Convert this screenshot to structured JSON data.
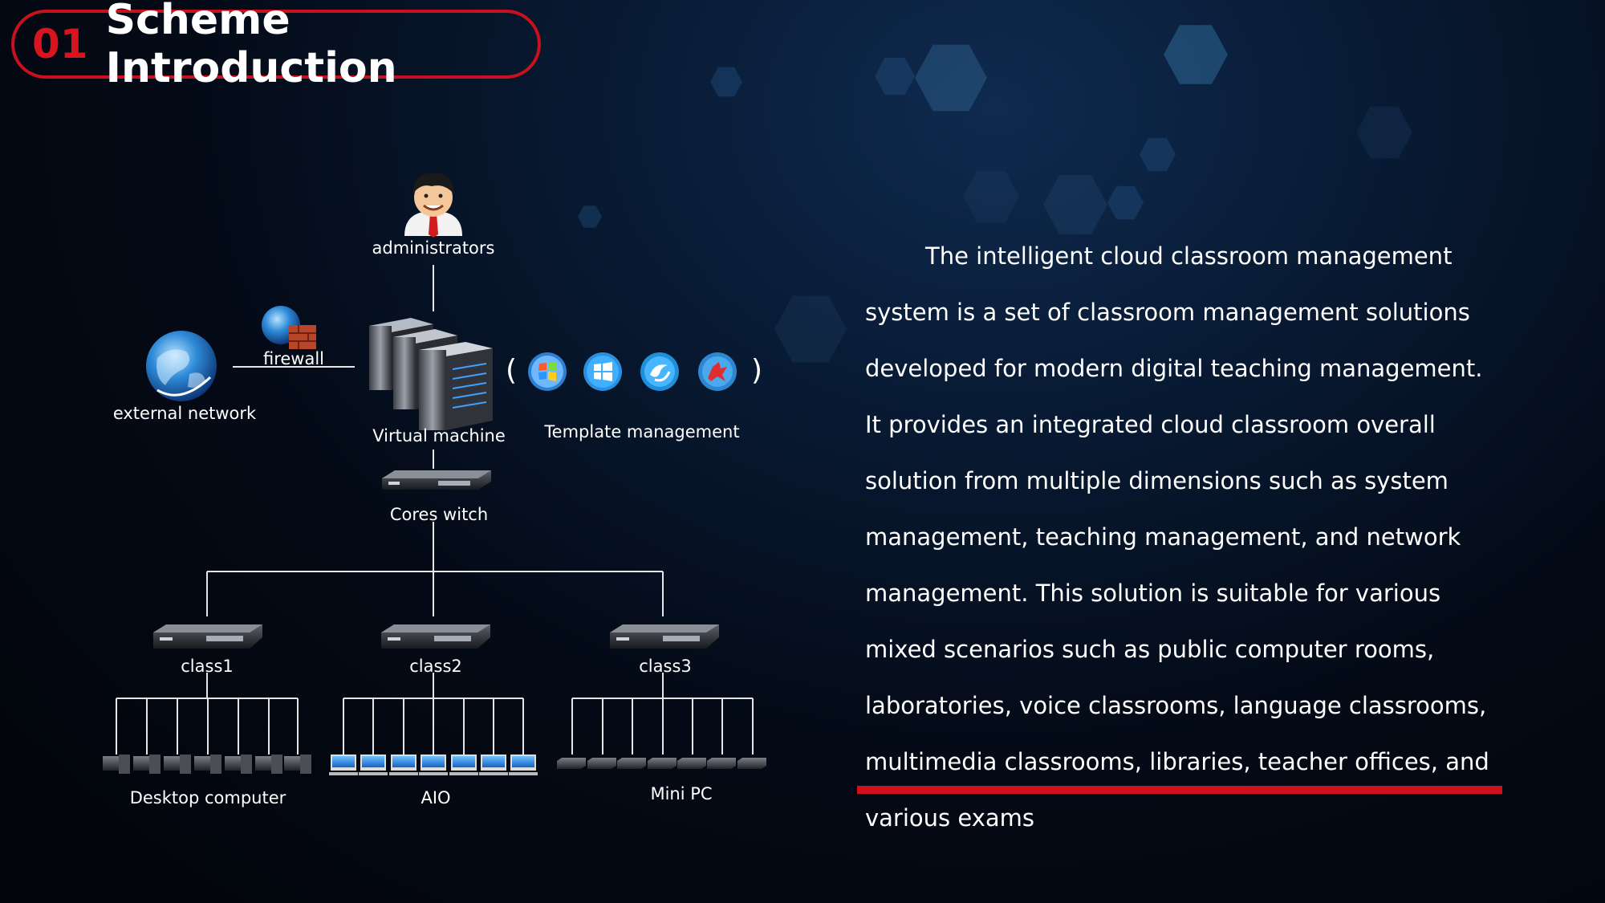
{
  "header": {
    "number": "01",
    "title": "Scheme Introduction"
  },
  "diagram": {
    "administrators": "administrators",
    "firewall": "firewall",
    "external_network": "external network",
    "virtual_machine": "Virtual machine",
    "template_management": "Template management",
    "core_switch": "Cores witch",
    "class1": "class1",
    "class2": "class2",
    "class3": "class3",
    "desktop_computer": "Desktop computer",
    "aio": "AIO",
    "mini_pc": "Mini PC",
    "paren_open": "(",
    "paren_close": ")",
    "template_icons": [
      "windows-7-icon",
      "windows-10-icon",
      "deepin-icon",
      "kylin-icon"
    ]
  },
  "description": "The intelligent cloud classroom management system is a set of classroom management solutions developed for modern digital teaching management. It provides an integrated cloud classroom overall solution from multiple dimensions such as system management, teaching management, and network management. This solution is suitable for various mixed scenarios such as public computer rooms, laboratories, voice classrooms, language classrooms, multimedia classrooms, libraries, teacher offices, and various exams",
  "colors": {
    "accent": "#d0101a",
    "background": "#06101f",
    "line": "#e6e6e6"
  }
}
